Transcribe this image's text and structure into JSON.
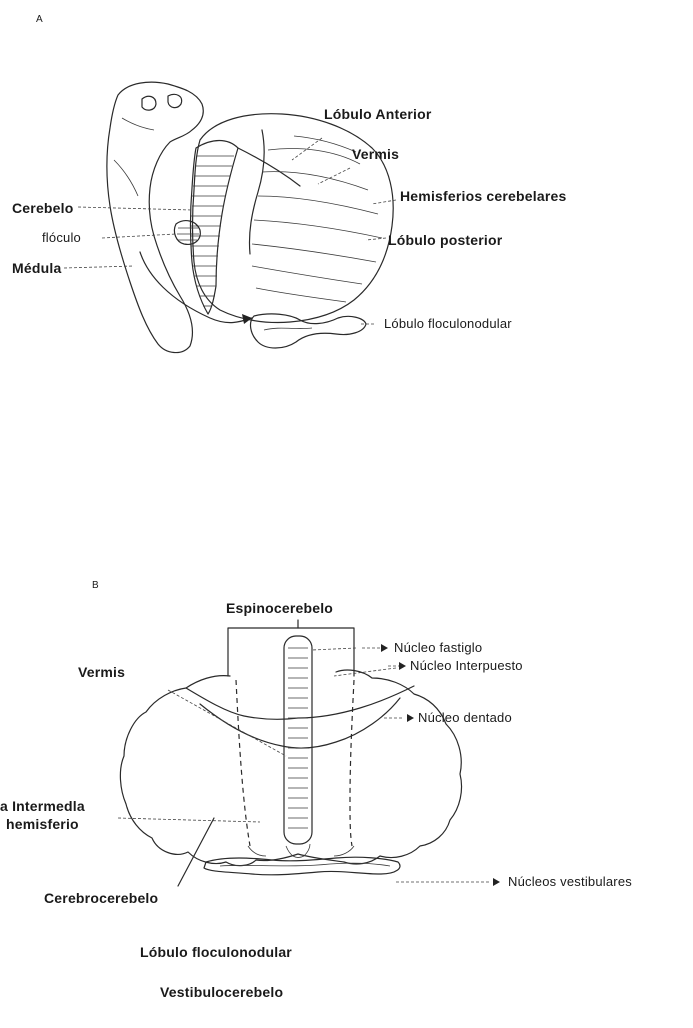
{
  "figure_a": {
    "panel_label": "A",
    "labels": {
      "lobulo_anterior": "Lóbulo Anterior",
      "vermis": "Vermis",
      "hemisferios": "Hemisferios cerebelares",
      "cerebelo": "Cerebelo",
      "floculo": "flóculo",
      "lobulo_posterior": "Lóbulo posterior",
      "medula": "Médula",
      "lobulo_floculonodular": "Lóbulo floculonodular"
    }
  },
  "figure_b": {
    "panel_label": "B",
    "labels": {
      "espinocerebelo": "Espinocerebelo",
      "nucleo_fastigio": "Núcleo fastiglo",
      "vermis": "Vermis",
      "nucleo_interpuesto": "Núcleo Interpuesto",
      "nucleo_dentado": "Núcleo dentado",
      "zona_intermedia_line1": "a Intermedla",
      "zona_intermedia_line2": "hemisferio",
      "cerebrocerebelo": "Cerebrocerebelo",
      "nucleos_vestibulares": "Núcleos vestibulares",
      "lobulo_floculonodular": "Lóbulo floculonodular",
      "vestibulocerebelo": "Vestibulocerebelo"
    }
  }
}
